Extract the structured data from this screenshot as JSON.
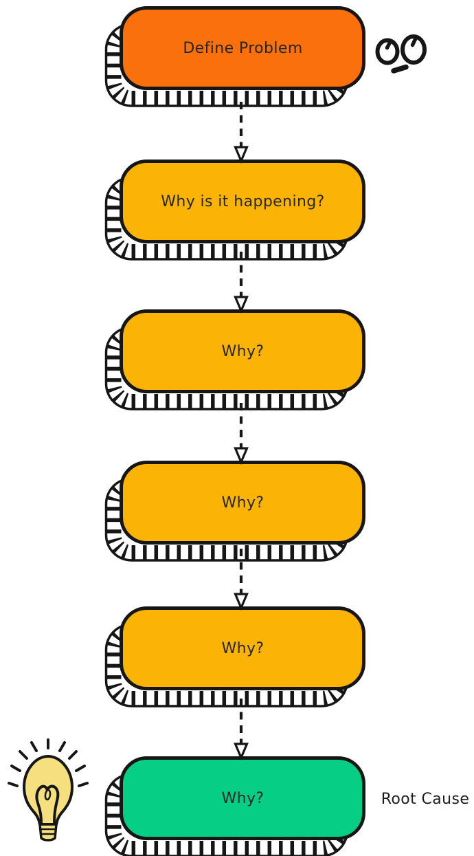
{
  "diagram": {
    "name": "five-whys-root-cause-flowchart",
    "background": "#ffffff"
  },
  "nodes": [
    {
      "id": "define-problem",
      "label": "Define Problem",
      "fill": "#F9700D"
    },
    {
      "id": "why-1",
      "label": "Why is it happening?",
      "fill": "#FBB306"
    },
    {
      "id": "why-2",
      "label": "Why?",
      "fill": "#FBB306"
    },
    {
      "id": "why-3",
      "label": "Why?",
      "fill": "#FBB306"
    },
    {
      "id": "why-4",
      "label": "Why?",
      "fill": "#FBB306"
    },
    {
      "id": "why-5-root-cause",
      "label": "Why?",
      "fill": "#06CE85"
    }
  ],
  "annotations": {
    "root_cause": "Root Cause"
  },
  "icons": {
    "eyes": "googly-eyes-doodle",
    "bulb": "lightbulb-doodle"
  },
  "colors": {
    "outline": "#161616",
    "node_orange": "#F9700D",
    "node_yellow": "#FBB306",
    "node_green": "#06CE85",
    "bulb_fill": "#F5DF7E",
    "text": "#262626"
  }
}
